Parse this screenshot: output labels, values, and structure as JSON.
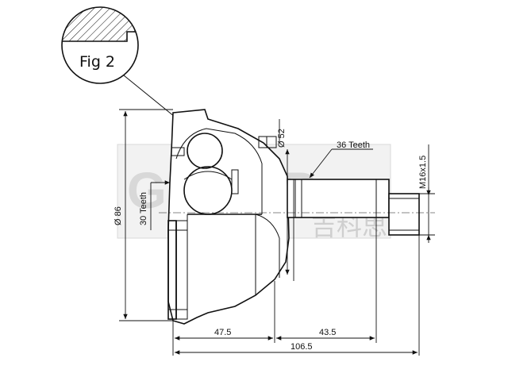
{
  "figure": {
    "label": "Fig 2"
  },
  "dimensions": {
    "shaft_diameter": "Ø 52",
    "outer_diameter": "Ø 86",
    "inner_teeth": "30 Teeth",
    "outer_teeth": "36 Teeth",
    "thread": "M16x1.5",
    "length_a": "47.5",
    "length_b": "43.5",
    "length_total": "106.5"
  },
  "watermark": {
    "latin": "GKNER",
    "chinese": "吉科思"
  }
}
